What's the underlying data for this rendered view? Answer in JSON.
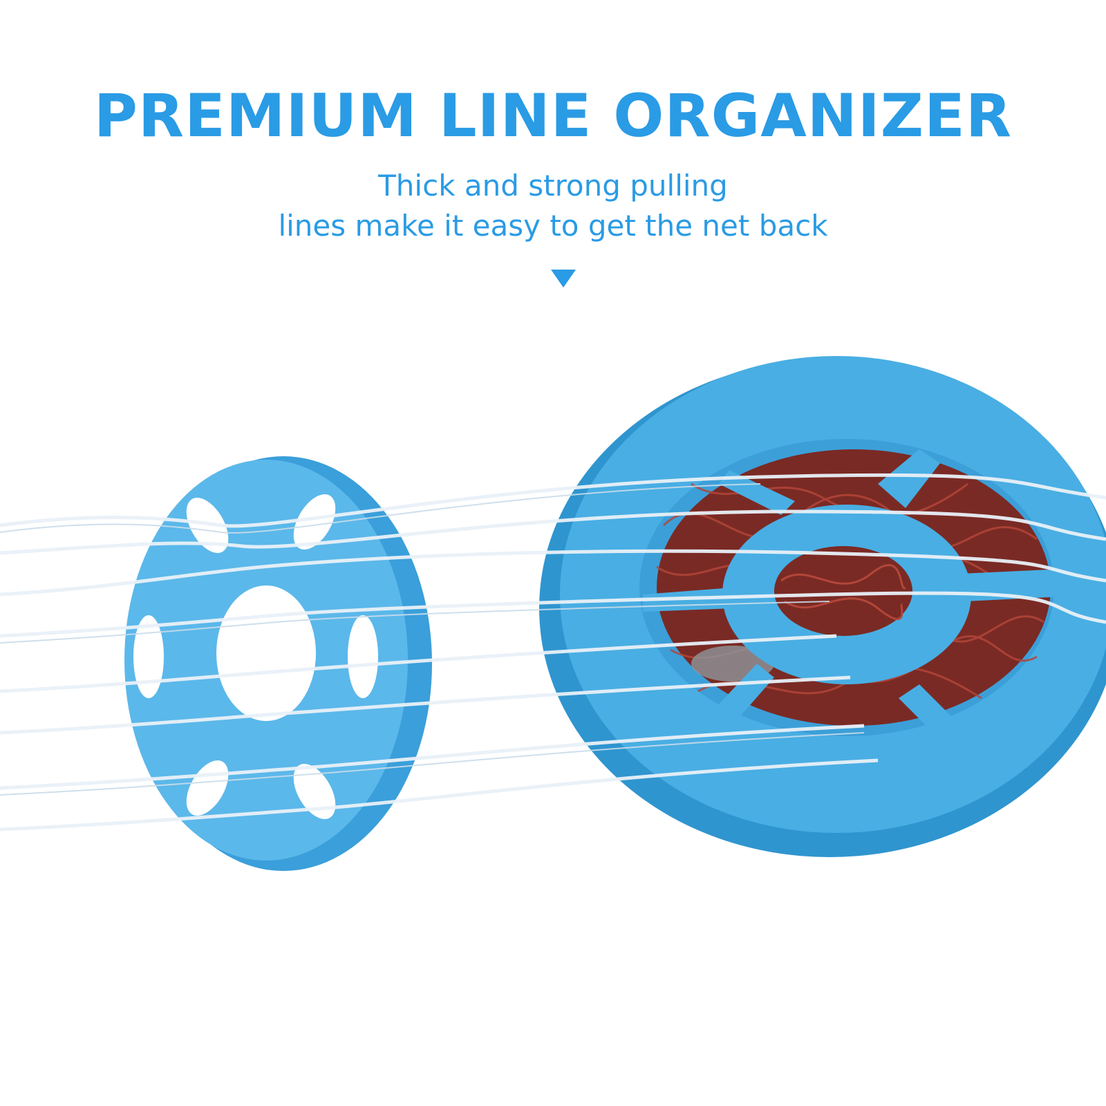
{
  "header": {
    "title": "PREMIUM LINE ORGANIZER",
    "subtitle_line1": "Thick and strong pulling",
    "subtitle_line2": "lines make it easy to get the net back"
  },
  "colors": {
    "accent": "#2a9be5",
    "disc_blue": "#49aee3",
    "disc_shade": "#2f95cf",
    "net_red": "#8e2b22",
    "line": "#e9f1f8"
  },
  "icons": {
    "scroll_hint": "down-triangle-icon"
  },
  "product": {
    "name": "cast-net-line-organizer-photo"
  }
}
